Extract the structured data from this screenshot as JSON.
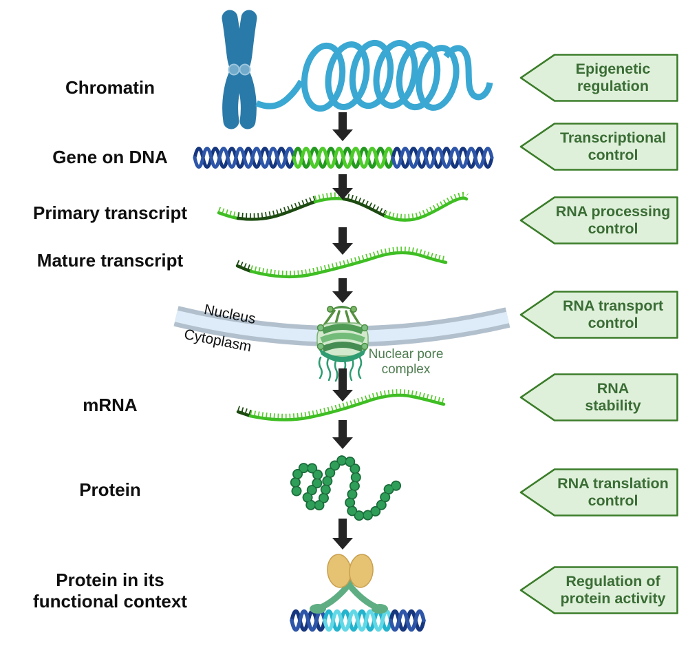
{
  "left_labels": {
    "chromatin": "Chromatin",
    "gene_on_dna": "Gene on DNA",
    "primary_transcript": "Primary transcript",
    "mature_transcript": "Mature transcript",
    "mrna": "mRNA",
    "protein": "Protein",
    "protein_functional_line1": "Protein in its",
    "protein_functional_line2": "functional context"
  },
  "membrane_labels": {
    "nucleus": "Nucleus",
    "cytoplasm": "Cytoplasm"
  },
  "pore_label": {
    "line1": "Nuclear pore",
    "line2": "complex"
  },
  "control_badges": [
    {
      "line1": "Epigenetic",
      "line2": "regulation"
    },
    {
      "line1": "Transcriptional",
      "line2": "control"
    },
    {
      "line1": "RNA processing",
      "line2": "control"
    },
    {
      "line1": "RNA transport",
      "line2": "control"
    },
    {
      "line1": "RNA",
      "line2": "stability"
    },
    {
      "line1": "RNA translation",
      "line2": "control"
    },
    {
      "line1": "Regulation of",
      "line2": "protein activity"
    }
  ],
  "icons": {
    "down_arrow": "▼"
  },
  "colors": {
    "background": "#ffffff",
    "label_text": "#0f0f0f",
    "badge_fill": "#dff0da",
    "badge_border": "#3c7d2b",
    "badge_text": "#3a6d35",
    "arrow": "#242424",
    "chromosome_blue": "#2a7aa9",
    "centromere_blue": "#71aacb",
    "chromatin_blue": "#3aa8d2",
    "dna_navy_dark": "#16377e",
    "dna_navy_light": "#2d55a8",
    "gene_green_dark": "#23991f",
    "gene_green_light": "#4ecb2b",
    "transcript_green": "#3fbe23",
    "transcript_teeth_green": "#58ca2f",
    "transcript_intron_dark": "#1c4a10",
    "membrane_fill": "#ddecf8",
    "membrane_edge": "#b2c0cd",
    "pore_green": "#4e8f44",
    "pore_body_pale": "#d2e9cd",
    "pore_teal": "#2f9c72",
    "pore_label_text": "#4c7b4e",
    "protein_bead_fill": "#2f9e58",
    "protein_bead_edge": "#1a6b3a",
    "tf_oval": "#e6c273",
    "tf_arm_green": "#5fae83",
    "helix_cyan_dark": "#23b3cd",
    "helix_cyan_light": "#62d8e6"
  }
}
